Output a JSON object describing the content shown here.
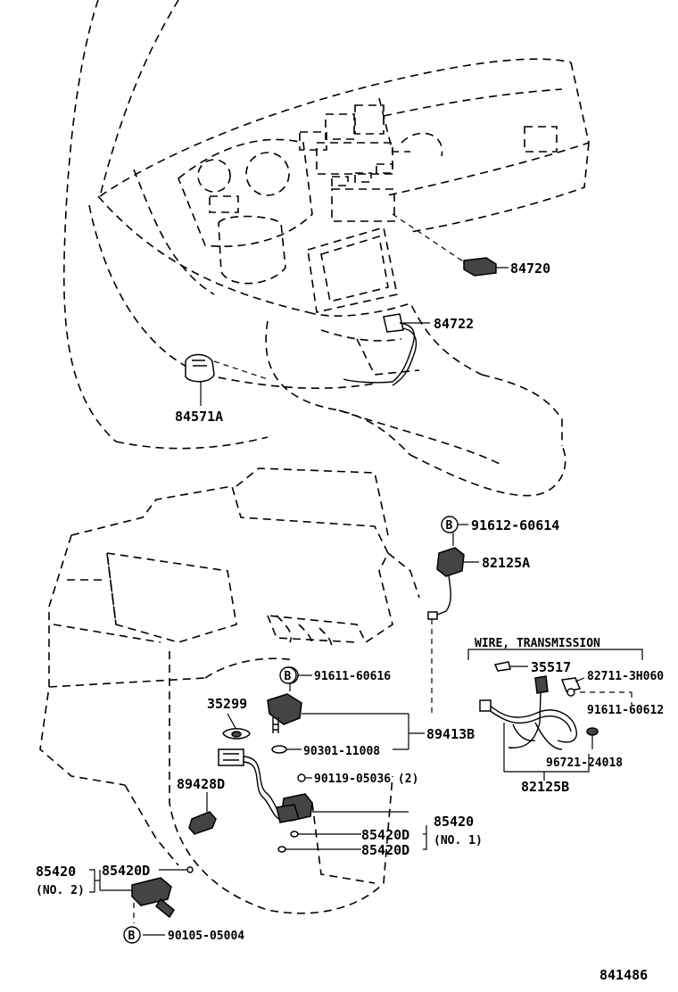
{
  "labels": {
    "p84720": "84720",
    "p84722": "84722",
    "p84571a": "84571A",
    "b_marker": "B",
    "p91612": "91612-60614",
    "p82125a": "82125A",
    "wire_title": "WIRE, TRANSMISSION",
    "p35517": "35517",
    "p82711": "82711-3H060",
    "p91611_60612": "91611-60612",
    "p96721": "96721-24018",
    "p82125b": "82125B",
    "p91611_60616": "91611-60616",
    "p35299": "35299",
    "p89413b": "89413B",
    "p90301": "90301-11008",
    "p90119": "90119-05036 (2)",
    "p89428d": "89428D",
    "p85420_no1": "85420",
    "no1": "(NO. 1)",
    "p85420d_a": "85420D",
    "p85420d_b": "85420D",
    "p85420_no2": "85420",
    "no2": "(NO. 2)",
    "p85420d_c": "85420D",
    "p90105": "90105-05004",
    "diagram_no": "841486"
  }
}
